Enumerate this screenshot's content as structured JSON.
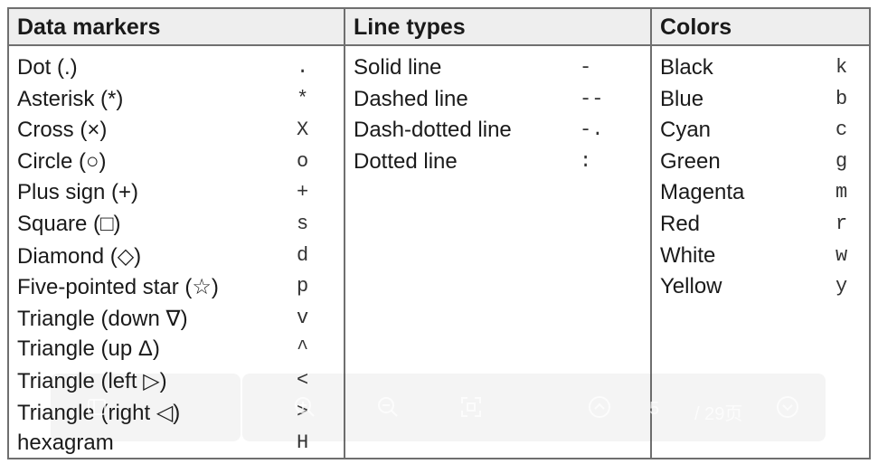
{
  "table": {
    "columns": [
      {
        "header": "Data markers",
        "rows": [
          {
            "name": "Dot (.)",
            "code": "."
          },
          {
            "name": "Asterisk (*)",
            "code": "*"
          },
          {
            "name": "Cross (×)",
            "code": "X"
          },
          {
            "name": "Circle (○)",
            "code": "o"
          },
          {
            "name": "Plus sign (+)",
            "code": "+"
          },
          {
            "name": "Square (□)",
            "code": "s"
          },
          {
            "name": "Diamond (◇)",
            "code": "d"
          },
          {
            "name": "Five-pointed star (☆)",
            "code": "p"
          },
          {
            "name": "Triangle (down ∇)",
            "code": "v"
          },
          {
            "name": "Triangle (up Δ)",
            "code": "^"
          },
          {
            "name": "Triangle (left ▷)",
            "code": "<"
          },
          {
            "name": "Triangle (right ◁)",
            "code": ">"
          },
          {
            "name": "hexagram",
            "code": "H"
          }
        ]
      },
      {
        "header": "Line types",
        "rows": [
          {
            "name": "Solid line",
            "code": "-"
          },
          {
            "name": "Dashed line",
            "code": "--"
          },
          {
            "name": "Dash-dotted line",
            "code": "-."
          },
          {
            "name": "Dotted line",
            "code": ":"
          }
        ]
      },
      {
        "header": "Colors",
        "rows": [
          {
            "name": "Black",
            "code": "k"
          },
          {
            "name": "Blue",
            "code": "b"
          },
          {
            "name": "Cyan",
            "code": "c"
          },
          {
            "name": "Green",
            "code": "g"
          },
          {
            "name": "Magenta",
            "code": "m"
          },
          {
            "name": "Red",
            "code": "r"
          },
          {
            "name": "White",
            "code": "w"
          },
          {
            "name": "Yellow",
            "code": "y"
          }
        ]
      }
    ]
  },
  "viewer_toolbar": {
    "page_current": "5",
    "page_total": "/ 29页",
    "icons": [
      "sidebar-icon",
      "zoom-in-icon",
      "zoom-out-icon",
      "fit-page-icon",
      "prev-page-icon",
      "next-page-icon"
    ]
  },
  "colors": {
    "border": "#6f6f6f",
    "header_bg": "#eeeeee"
  }
}
